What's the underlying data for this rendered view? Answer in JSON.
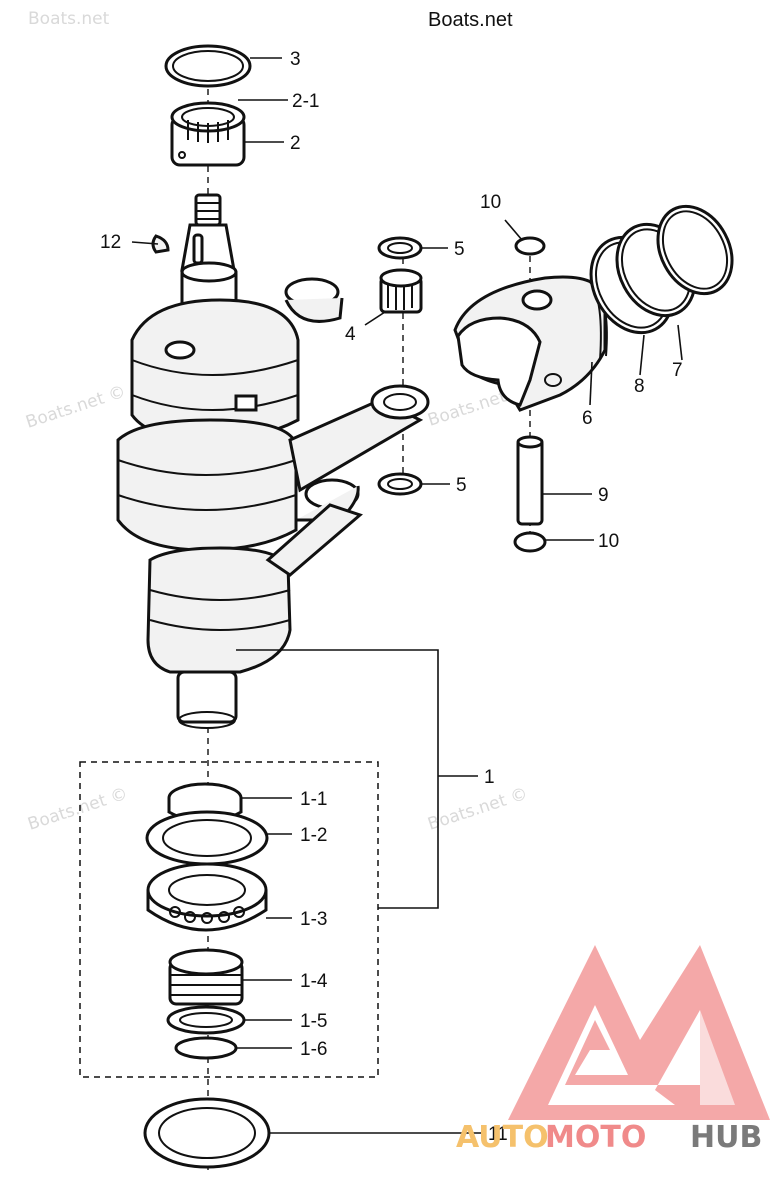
{
  "watermarks": [
    "Boats.net",
    "Boats.net",
    "Boats.net ©",
    "Boats.net ©",
    "Boats.net ©",
    "Boats.net ©"
  ],
  "callouts": {
    "c3": "3",
    "c2_1": "2-1",
    "c2": "2",
    "c12": "12",
    "c10_top": "10",
    "c5_top": "5",
    "c4": "4",
    "c6": "6",
    "c8": "8",
    "c7": "7",
    "c5_bottom": "5",
    "c9": "9",
    "c10_bottom": "10",
    "c1": "1",
    "c1_1": "1-1",
    "c1_2": "1-2",
    "c1_3": "1-3",
    "c1_4": "1-4",
    "c1_5": "1-5",
    "c1_6": "1-6",
    "c11": "11"
  },
  "brand": {
    "part1": "AUTO",
    "part2": "MOTO",
    "part3": "HUB",
    "colors": {
      "auto": "#f5c16c",
      "moto": "#f08a8a",
      "hub": "#7a7a7a",
      "logo": "#f39a9a"
    }
  }
}
